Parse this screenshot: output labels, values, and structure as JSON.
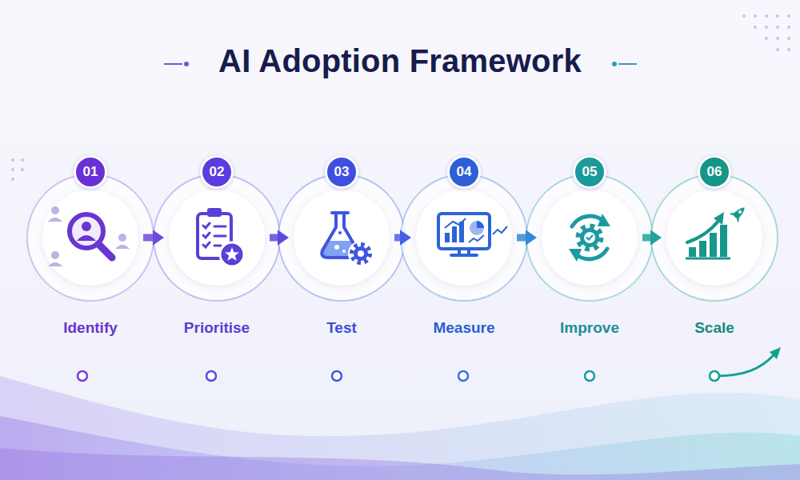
{
  "diagram": {
    "title": "AI Adoption Framework",
    "nodes": [
      {
        "text": [
          "Identify"
        ]
      },
      {
        "text": [
          "01"
        ],
        "in": 0
      },
      {
        "text": [
          "Prioritise"
        ]
      },
      {
        "text": [
          "02"
        ],
        "in": 2
      },
      {
        "text": [
          "Test"
        ]
      },
      {
        "text": [
          "03"
        ],
        "in": 4
      },
      {
        "text": [
          "Measure"
        ]
      },
      {
        "text": [
          "04"
        ],
        "in": 6
      },
      {
        "text": [
          "Improve"
        ]
      },
      {
        "text": [
          "05"
        ],
        "in": 8
      },
      {
        "text": [
          "Scale"
        ]
      },
      {
        "text": [
          "06"
        ],
        "in": 10
      }
    ],
    "edges": [
      {
        "from": 0,
        "to": 2,
        "arrow": "to"
      },
      {
        "from": 2,
        "to": 4,
        "arrow": "to"
      },
      {
        "from": 4,
        "to": 6,
        "arrow": "to"
      },
      {
        "from": 6,
        "to": 8,
        "arrow": "to"
      },
      {
        "from": 8,
        "to": 10,
        "arrow": "to"
      }
    ]
  }
}
